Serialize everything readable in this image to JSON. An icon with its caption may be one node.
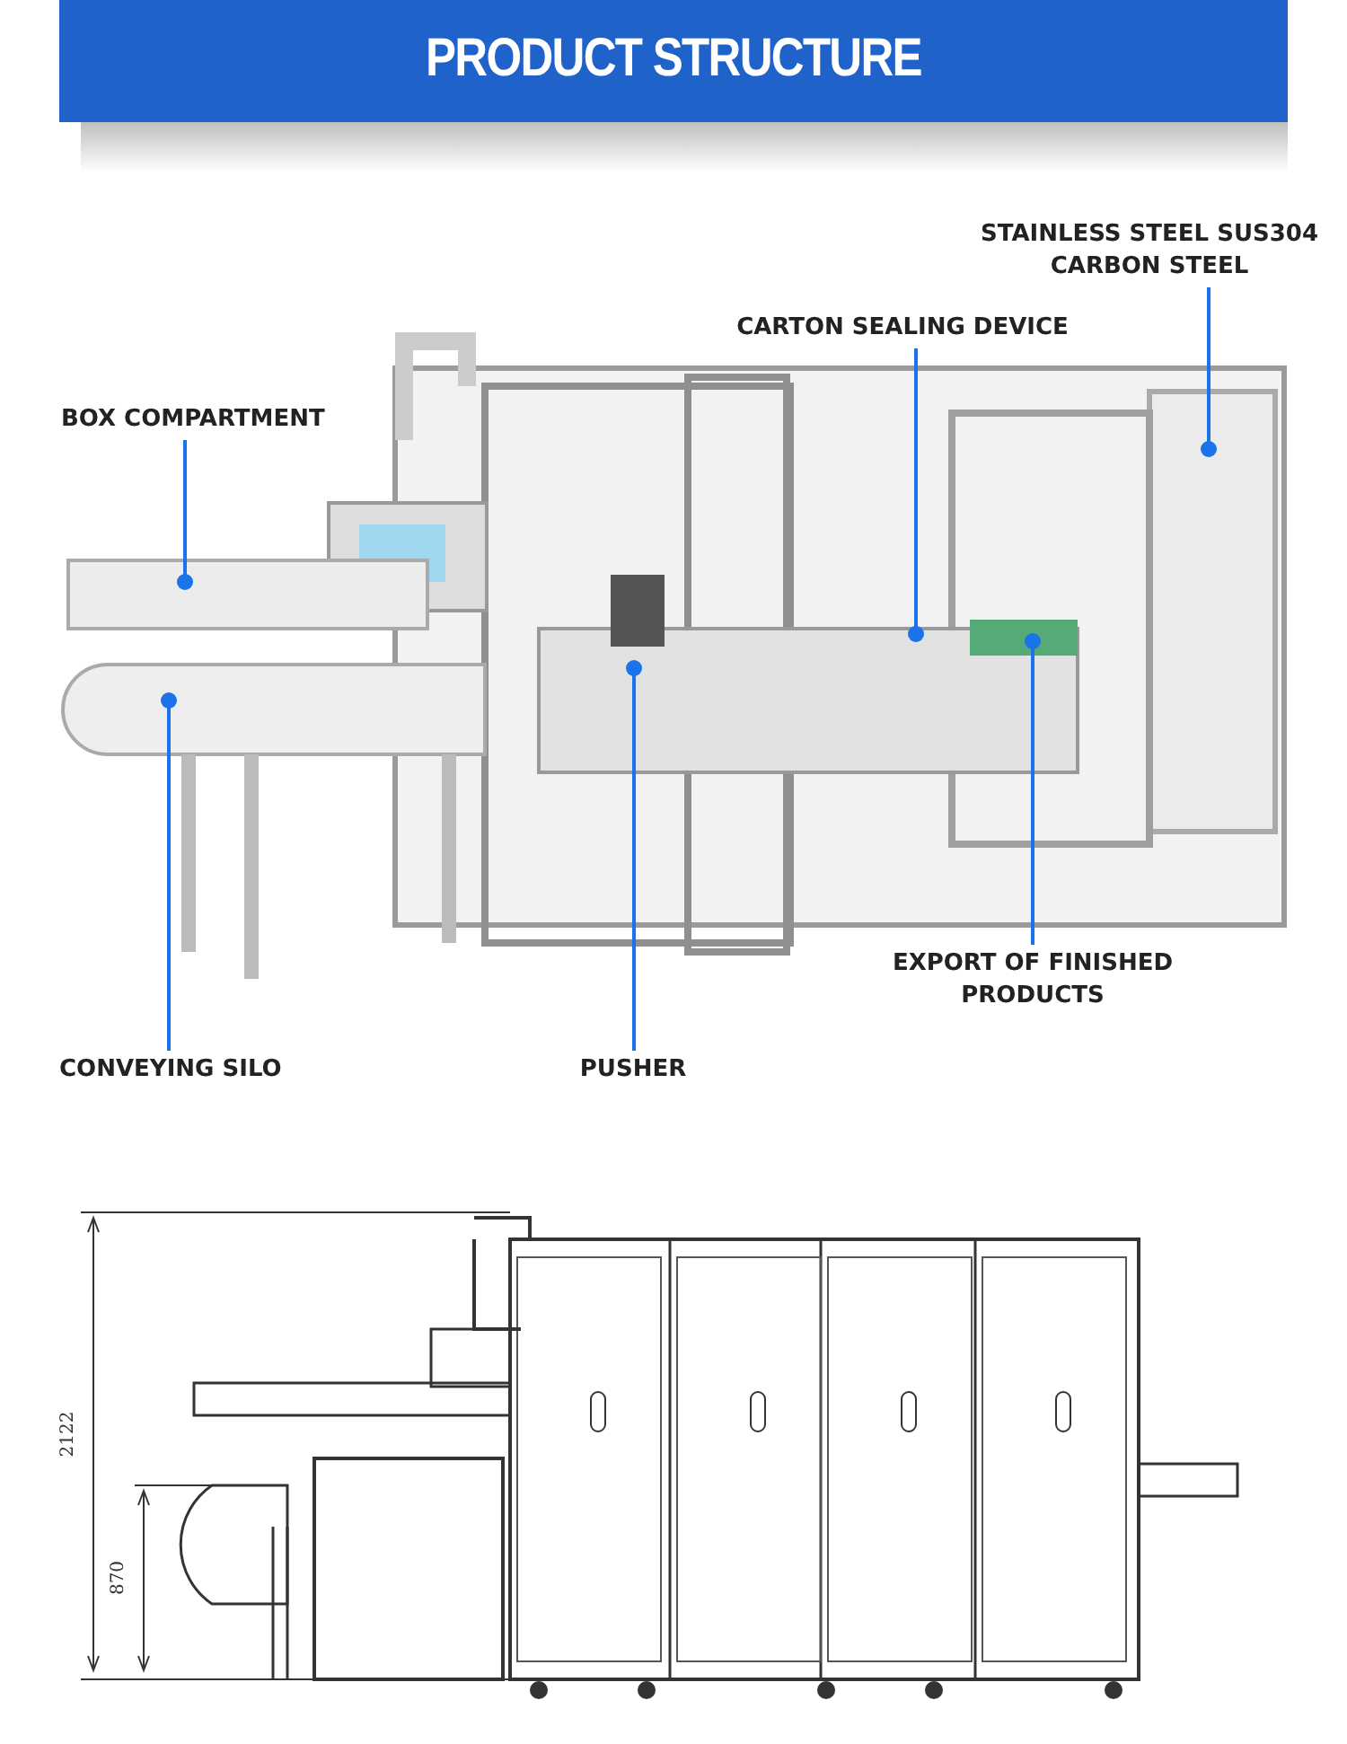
{
  "diagram": {
    "title": "PRODUCT STRUCTURE",
    "nodes": [
      {
        "text": [
          "STAINLESS STEEL SUS304 CARBON STEEL"
        ]
      },
      {
        "text": [
          "CARTON SEALING DEVICE"
        ]
      },
      {
        "text": [
          "BOX COMPARTMENT"
        ]
      },
      {
        "text": [
          "EXPORT OF FINISHED PRODUCTS"
        ]
      },
      {
        "text": [
          "CONVEYING SILO"
        ]
      },
      {
        "text": [
          "PUSHER"
        ]
      }
    ],
    "edges": [
      {
        "from": 0,
        "to": null,
        "arrow": "other"
      },
      {
        "from": 1,
        "to": null,
        "arrow": "other"
      },
      {
        "from": 2,
        "to": null,
        "arrow": "other"
      },
      {
        "from": 3,
        "to": null,
        "arrow": "other"
      },
      {
        "from": 4,
        "to": null,
        "arrow": "other"
      },
      {
        "from": 5,
        "to": null,
        "arrow": "other"
      }
    ],
    "labels": [
      "2122",
      "870"
    ]
  }
}
